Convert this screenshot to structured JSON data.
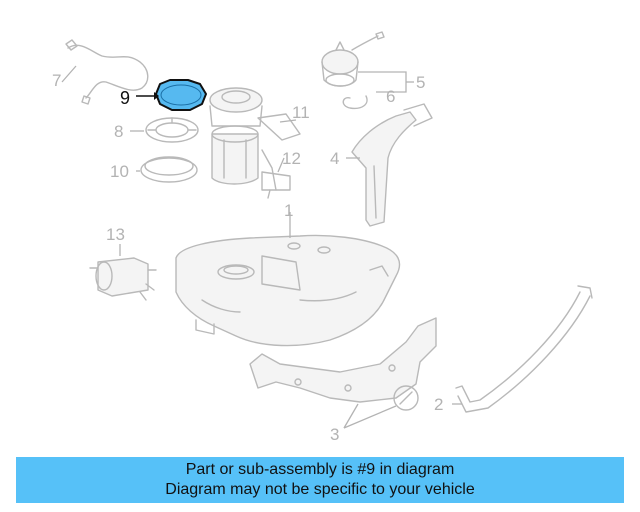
{
  "highlighted_part": "9",
  "callouts": {
    "c1": "1",
    "c2": "2",
    "c3": "3",
    "c4": "4",
    "c5": "5",
    "c6": "6",
    "c7": "7",
    "c8": "8",
    "c9": "9",
    "c10": "10",
    "c11": "11",
    "c12": "12",
    "c13": "13"
  },
  "colors": {
    "highlight_fill": "#56b9f0",
    "banner": "#56c1f8",
    "part_stroke": "#b9b9b9"
  },
  "banner": {
    "line1": "Part or sub-assembly is #9 in diagram",
    "line2": "Diagram may not be specific to your vehicle"
  }
}
